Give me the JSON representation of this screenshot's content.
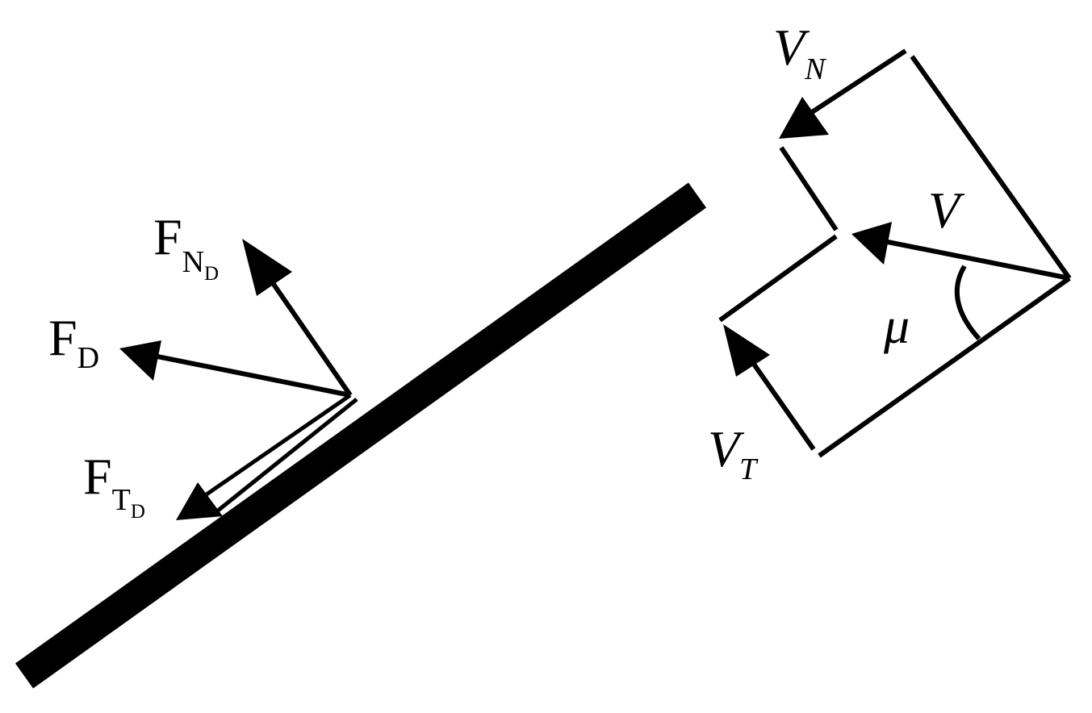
{
  "colors": {
    "ink": "#000000",
    "background": "#ffffff"
  },
  "labels": {
    "fn": {
      "base": "F",
      "sub": "N",
      "subsub": "D"
    },
    "fd": {
      "base": "F",
      "sub": "D"
    },
    "ft": {
      "base": "F",
      "sub": "T",
      "subsub": "D"
    },
    "vn": {
      "base": "V",
      "sub": "N"
    },
    "v": {
      "base": "V"
    },
    "vt": {
      "base": "V",
      "sub": "T"
    },
    "mu": {
      "base": "μ"
    }
  }
}
